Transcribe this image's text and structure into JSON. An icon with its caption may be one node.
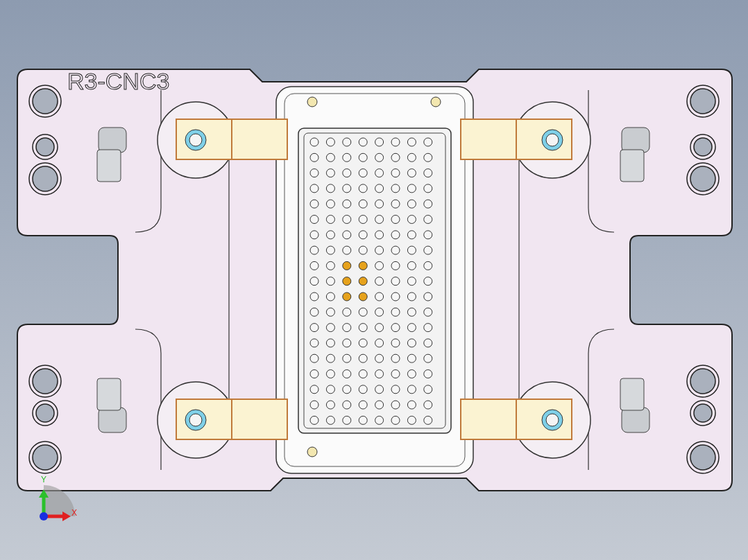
{
  "diagram": {
    "labels": [
      "R3-CNC3",
      "Y",
      "X"
    ]
  }
}
